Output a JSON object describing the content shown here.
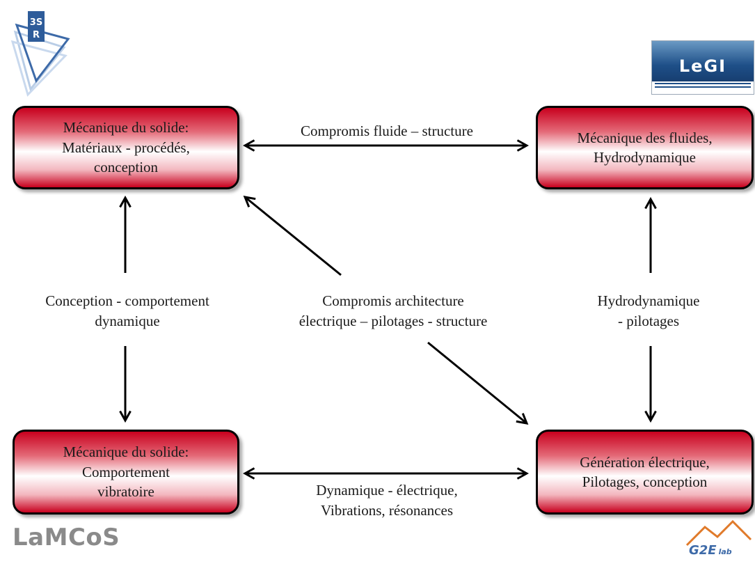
{
  "boxes": {
    "top_left": "Mécanique du solide:\nMatériaux - procédés,\nconception",
    "top_right": "Mécanique des fluides,\nHydrodynamique",
    "bottom_left": "Mécanique du solide:\nComportement\nvibratoire",
    "bottom_right": "Génération électrique,\nPilotages, conception"
  },
  "labels": {
    "top": "Compromis fluide – structure",
    "left": "Conception - comportement\ndynamique",
    "center": "Compromis architecture\nélectrique – pilotages - structure",
    "right": "Hydrodynamique\n- pilotages",
    "bottom": "Dynamique - électrique,\nVibrations, résonances"
  },
  "logos": {
    "top_left": "3S R",
    "top_right": "LeGI",
    "bottom_left": "LaMCoS",
    "bottom_right": "G2E",
    "bottom_right_suffix": "lab"
  },
  "colors": {
    "box_red": "#c8001e",
    "lamcos_gray": "#8a8a8a",
    "legi_blue": "#1e4f88",
    "g2e_blue": "#3d6aa8",
    "g2e_orange": "#e07a2a"
  }
}
